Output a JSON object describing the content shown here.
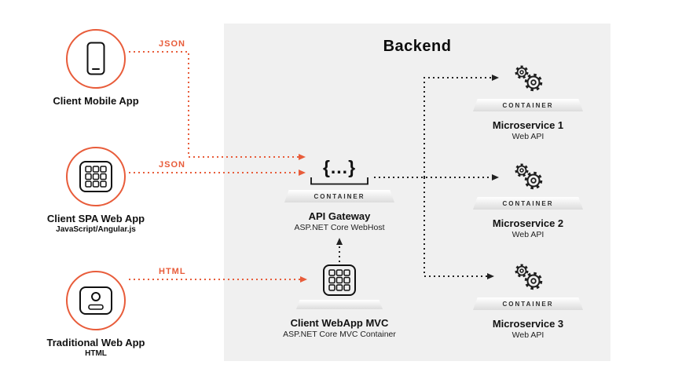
{
  "backend": {
    "title": "Backend"
  },
  "clients": [
    {
      "title": "Client Mobile App",
      "arrow_label": "JSON"
    },
    {
      "title": "Client SPA Web App",
      "subtitle": "JavaScript/Angular.js",
      "arrow_label": "JSON"
    },
    {
      "title": "Traditional Web App",
      "subtitle": "HTML",
      "arrow_label": "HTML"
    }
  ],
  "gateway": {
    "icon_glyph": "{...}",
    "container_label": "CONTAINER",
    "title": "API Gateway",
    "subtitle": "ASP.NET Core WebHost"
  },
  "webapp_mvc": {
    "title": "Client WebApp MVC",
    "subtitle": "ASP.NET Core MVC Container"
  },
  "microservices": [
    {
      "container_label": "CONTAINER",
      "title": "Microservice 1",
      "subtitle": "Web API"
    },
    {
      "container_label": "CONTAINER",
      "title": "Microservice 2",
      "subtitle": "Web API"
    },
    {
      "container_label": "CONTAINER",
      "title": "Microservice 3",
      "subtitle": "Web API"
    }
  ],
  "colors": {
    "accent": "#E85C3A",
    "panel": "#F0F0F0",
    "ink": "#111111"
  }
}
